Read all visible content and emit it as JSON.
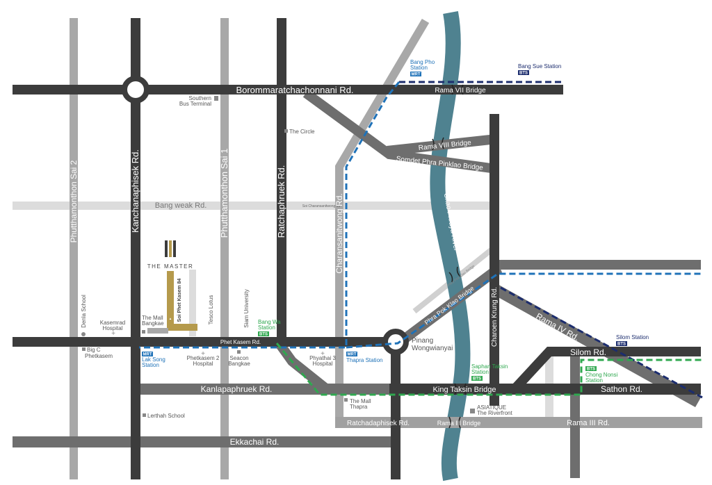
{
  "roads": {
    "borommaratchachonnani": "Borommaratchachonnani Rd.",
    "rama7_bridge": "Rama VII Bridge",
    "rama8_bridge": "Rama VIII Bridge",
    "somdet_bridge": "Somdet Phra Pinklao Bridge",
    "bang_weak": "Bang weak Rd.",
    "soi_charansanitwong": "Soi Charansanitwong 13",
    "phutthamonthon2": "Phutthamonthon Sai 2",
    "kanchanaphisek": "Kanchanaphisek Rd.",
    "phutthamonthon1": "Phutthamonthon Sai 1",
    "ratchaphruek": "Ratchaphruek Rd.",
    "charansanitwong": "Charansanitwong Rd.",
    "chao_phraya": "Chao Phraya River",
    "phra_pok_klao": "Phra Pok Klao Bridge",
    "phra_pok_klao_small": "Phra Pok Klao Bridge",
    "charoen_krung": "Charoen Krung Rd.",
    "rama4": "Rama IV Rd.",
    "silom": "Silom Rd.",
    "sathon": "Sathon Rd.",
    "king_taksin": "King Taksin Bridge",
    "kanlapaphruek": "Kanlapaphruek Rd.",
    "phet_kasem": "Phet Kasem Rd.",
    "ratchadaphisek": "Ratchadaphisek Rd.",
    "rama3_bridge": "Rama III Bridge",
    "rama3": "Rama III Rd.",
    "ekkachai": "Ekkachai Rd.",
    "soi_phet_kasem": "Soi Phet Kasem 84"
  },
  "brand": {
    "name": "THE MASTER"
  },
  "pois": {
    "southern_bus_1": "Southern",
    "southern_bus_2": "Bus Terminal",
    "the_circle": "The Circle",
    "denla": "Denla School",
    "kasemrad_1": "Kasemrad",
    "kasemrad_2": "Hospital",
    "the_mall_bangkae_1": "The Mall",
    "the_mall_bangkae_2": "Bangkae",
    "tesco": "Tesco Lotus",
    "siam_univ": "Siam University",
    "big_c_1": "Big C",
    "big_c_2": "Phetkasem",
    "phetkasem2_1": "Phetkasem 2",
    "phetkasem2_2": "Hospital",
    "seacon_1": "Seacon",
    "seacon_2": "Bangkae",
    "phyathai_1": "Phyathai 3",
    "phyathai_2": "Hospital",
    "the_mall_thapra_1": "The Mall",
    "the_mall_thapra_2": "Thapra",
    "asiatique_1": "ASIATIQUE",
    "asiatique_2": "The Riverfront",
    "lerthah": "Lerthah School",
    "pinang_1": "Pinang",
    "pinang_2": "Wongwianyai"
  },
  "stations": {
    "bang_pho_1": "Bang Pho",
    "bang_pho_2": "Station",
    "bang_sue": "Bang Sue Station",
    "bang_wa_1": "Bang Wa",
    "bang_wa_2": "Station",
    "lak_song_1": "Lak Song",
    "lak_song_2": "Station",
    "thapra": "Thapra Station",
    "saphan_taksin_1": "Saphan Taksin",
    "saphan_taksin_2": "Station",
    "chong_nonsi_1": "Chong Nonsi",
    "chong_nonsi_2": "Station",
    "silom": "Silom Station",
    "badge_mrt": "MRT",
    "badge_bts": "BTS"
  },
  "colors": {
    "road_dark": "#3c3c3c",
    "road_mid": "#6e6e6e",
    "road_light": "#a8a8a8",
    "road_pale": "#dcdcdc",
    "river": "#4f8290",
    "mrt_blue": "#1f72b8",
    "bts_navy": "#1c2d6e",
    "bts_green": "#2fa84f",
    "brand_gold": "#b59a4c"
  }
}
